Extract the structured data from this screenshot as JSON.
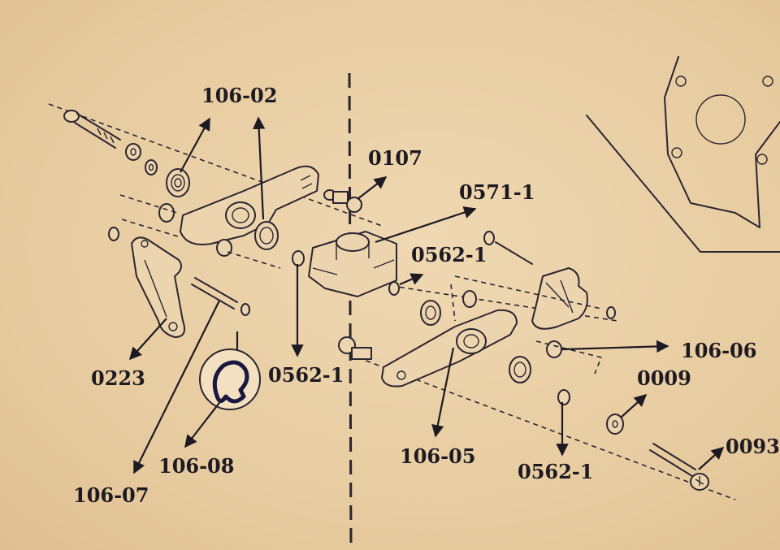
{
  "colors": {
    "paper": "#e9cfa5",
    "ink": "#2a2530",
    "label": "#1d1a22",
    "circlip_ink": "#1a1740"
  },
  "labels": {
    "p106_02": "106-02",
    "p0107": "0107",
    "p0571_1": "0571-1",
    "p0562_1_upper": "0562-1",
    "p0562_1_center": "0562-1",
    "p0562_1_lower": "0562-1",
    "p106_06": "106-06",
    "p0009": "0009",
    "p0093": "0093",
    "p0223": "0223",
    "p106_08": "106-08",
    "p106_07": "106-07",
    "p106_05": "106-05"
  },
  "icons": {
    "arrow": "arrowhead-icon",
    "circlip": "circlip-icon"
  }
}
